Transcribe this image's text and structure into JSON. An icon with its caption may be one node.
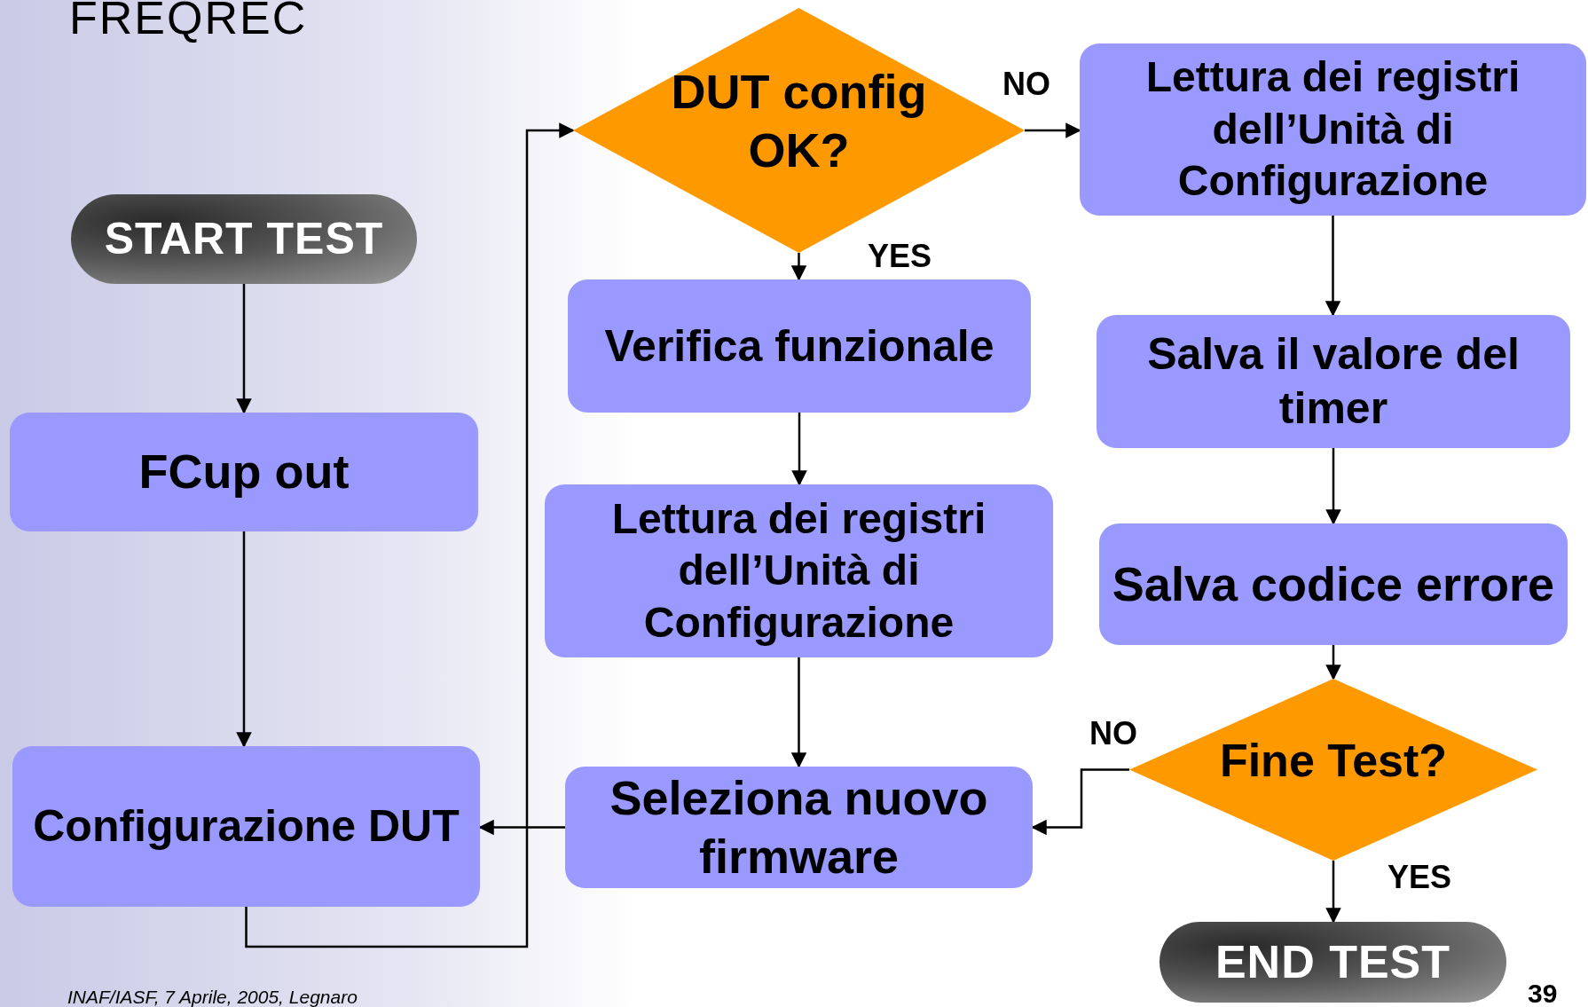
{
  "diagram": {
    "title": "FREQREC",
    "nodes": [
      {
        "text": [
          "START TEST"
        ]
      },
      {
        "text": [
          "FCup out"
        ]
      },
      {
        "text": [
          "Configurazione DUT"
        ]
      },
      {
        "text": [
          "DUT config OK?"
        ]
      },
      {
        "text": [
          "Verifica funzionale"
        ]
      },
      {
        "text": [
          "Lettura dei registri dell’Unità di Configurazione"
        ]
      },
      {
        "text": [
          "Seleziona nuovo firmware"
        ]
      },
      {
        "text": [
          "Lettura dei registri dell’Unità di Configurazione"
        ]
      },
      {
        "text": [
          "Salva il valore del timer"
        ]
      },
      {
        "text": [
          "Salva codice errore"
        ]
      },
      {
        "text": [
          "Fine Test?"
        ]
      },
      {
        "text": [
          "END TEST"
        ]
      }
    ],
    "edges": [
      {
        "from": 0,
        "to": 1,
        "arrow": "to"
      },
      {
        "from": 1,
        "to": 2,
        "arrow": "to"
      },
      {
        "from": 2,
        "to": 3,
        "arrow": "to"
      },
      {
        "from": 3,
        "to": 4,
        "arrow": "to",
        "label": "YES"
      },
      {
        "from": 3,
        "to": 7,
        "arrow": "to",
        "label": "NO"
      },
      {
        "from": 4,
        "to": 5,
        "arrow": "to"
      },
      {
        "from": 5,
        "to": 6,
        "arrow": "to"
      },
      {
        "from": 6,
        "to": 2,
        "arrow": "to"
      },
      {
        "from": 7,
        "to": 8,
        "arrow": "to"
      },
      {
        "from": 8,
        "to": 9,
        "arrow": "to"
      },
      {
        "from": 9,
        "to": 10,
        "arrow": "to"
      },
      {
        "from": 10,
        "to": 6,
        "arrow": "to",
        "label": "NO"
      },
      {
        "from": 10,
        "to": 11,
        "arrow": "to",
        "label": "YES"
      }
    ],
    "labels": [
      "INAF/IASF, 7 Aprile, 2005, Legnaro",
      "39"
    ]
  }
}
